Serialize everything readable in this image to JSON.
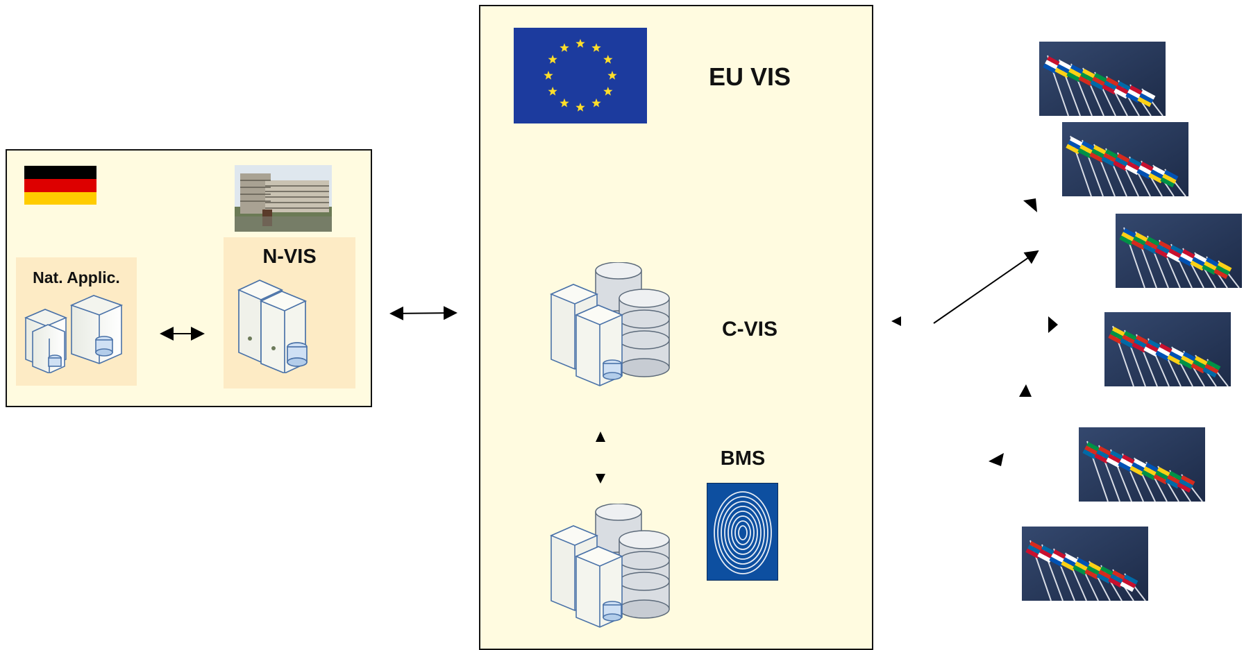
{
  "colors": {
    "panel_bg": "#fffbe0",
    "subbox_bg": "#fdebc5",
    "eu_blue": "#1c3b9e",
    "eu_star": "#ffde2a",
    "de_black": "#000000",
    "de_red": "#dd0000",
    "de_gold": "#ffcc00",
    "bms_blue": "#0d4fa0"
  },
  "national": {
    "flag_icon": "germany-flag-icon",
    "building_icon": "office-building-photo",
    "app_label": "Nat. Applic.",
    "nvis_label": "N-VIS"
  },
  "central": {
    "flag_icon": "eu-flag-icon",
    "title": "EU VIS",
    "cvis_label": "C-VIS",
    "bms_label": "BMS",
    "fingerprint_icon": "fingerprint-icon"
  },
  "member_states": {
    "photo_icon": "eu-flags-photo",
    "count": 6
  }
}
